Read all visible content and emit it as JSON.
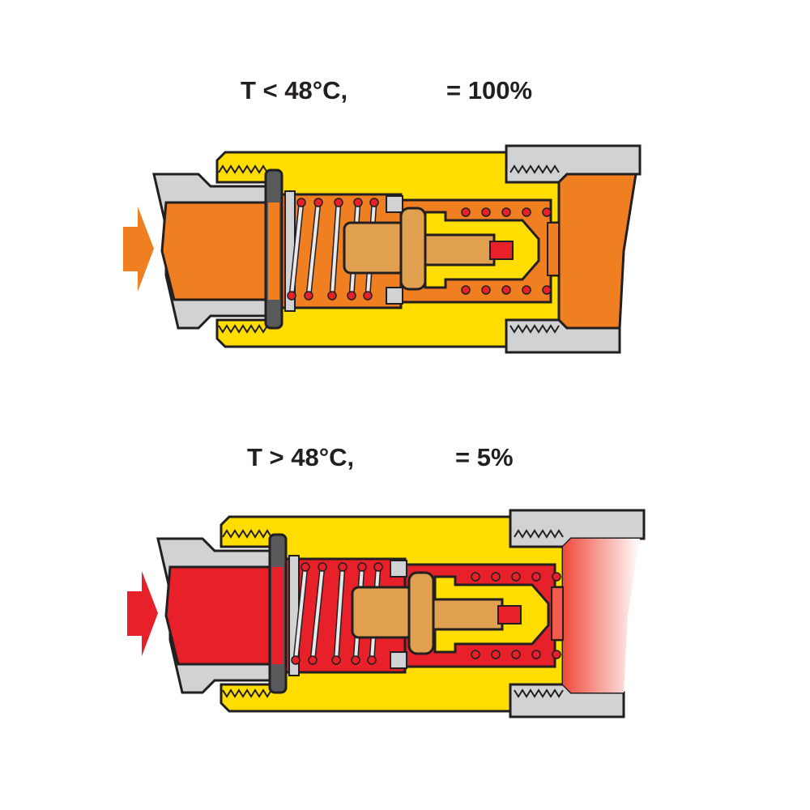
{
  "states": [
    {
      "condition": "T < 48°C,",
      "value": "= 100%",
      "fluid_color": "#f07f22",
      "outlet_color": "#f07f22",
      "open": true
    },
    {
      "condition": "T > 48°C,",
      "value": "= 5%",
      "fluid_color": "#e8202a",
      "outlet_color": "#ef5a4a",
      "open": false
    }
  ],
  "colors": {
    "body": "#ffdd00",
    "pipe": "#d1d2d4",
    "piston": "#e0a050",
    "ring": "#58595b",
    "outline": "#231f20",
    "spring": "#e8e8ea"
  }
}
